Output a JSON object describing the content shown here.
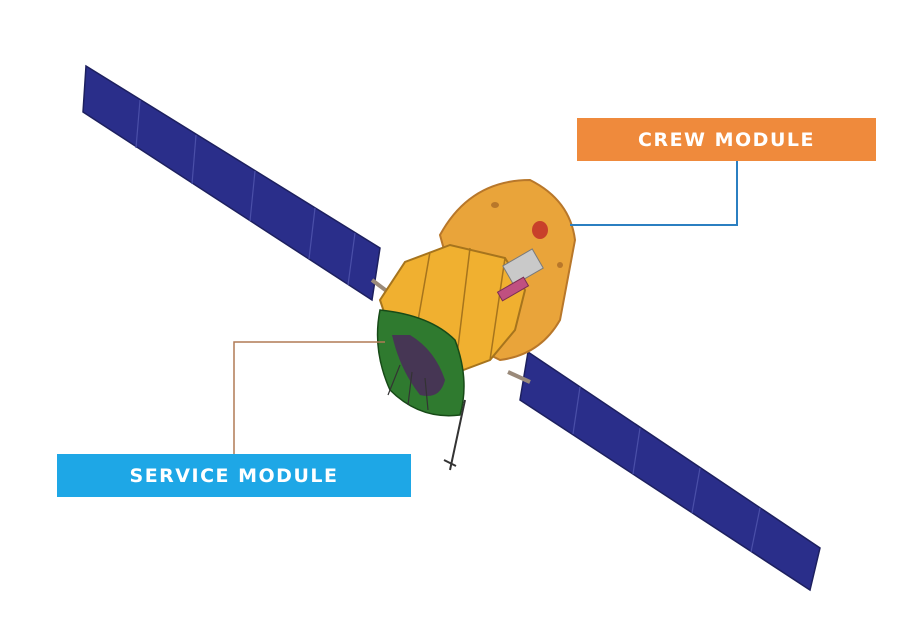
{
  "labels": {
    "crew_module": "CREW MODULE",
    "service_module": "SERVICE MODULE"
  },
  "colors": {
    "crew_module_label": "#ef8a3c",
    "service_module_label": "#1ea7e6",
    "crew_leader_line": "#2b7fc1",
    "service_leader_line": "#b07a55",
    "solar_panel": "#2a2e8a",
    "crew_module_body": "#e9a43a",
    "service_module_body": "#f0b030",
    "service_module_base": "#2f7a2f"
  },
  "icons": {
    "spacecraft": "spacecraft-illustration",
    "solar_array_left": "solar-panel-icon",
    "solar_array_right": "solar-panel-icon"
  }
}
